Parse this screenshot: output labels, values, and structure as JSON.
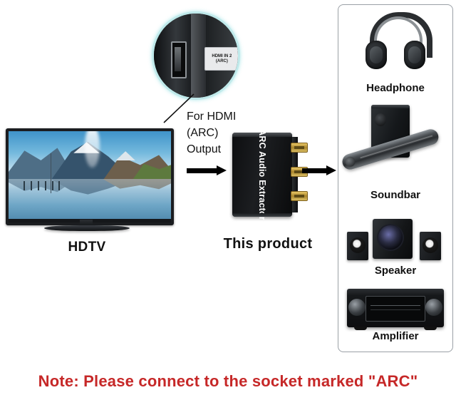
{
  "diagram": {
    "title_note": "Note: Please connect to the socket marked \"ARC\"",
    "note_color": "#C62828"
  },
  "tv": {
    "label": "HDTV",
    "screen_content": "mountain landscape with lake reflection"
  },
  "callout": {
    "port_tag_line1": "HDMI IN 2",
    "port_tag_line2": "(ARC)",
    "ring_color": "#bfe9ea"
  },
  "annotation": {
    "line1": "For HDMI",
    "line2": "(ARC)",
    "line3": "Output"
  },
  "product": {
    "label": "This product",
    "device_text": "ARC Audio Extractor",
    "connector_count": 3,
    "connector_color": "#d9bd63"
  },
  "outputs": {
    "items": [
      {
        "label": "Headphone",
        "icon": "headphone-icon"
      },
      {
        "label": "Soundbar",
        "icon": "soundbar-icon"
      },
      {
        "label": "Speaker",
        "icon": "speaker-icon"
      },
      {
        "label": "Amplifier",
        "icon": "amplifier-icon"
      }
    ]
  },
  "arrows": {
    "tv_to_product": "arrow-right",
    "product_to_devices": "arrow-right"
  }
}
